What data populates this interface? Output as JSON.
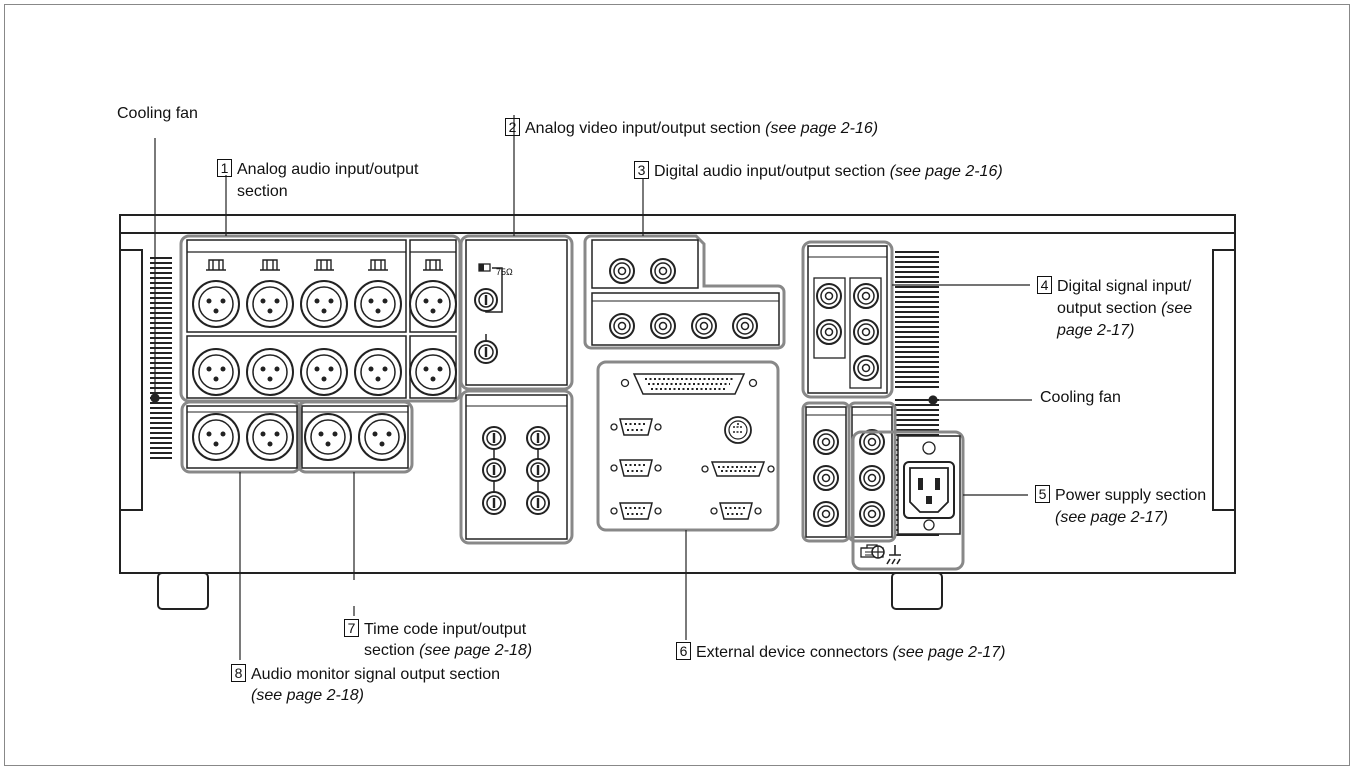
{
  "labels": {
    "cooling_fan_left": "Cooling fan",
    "cooling_fan_right": "Cooling fan",
    "s1": {
      "num": "1",
      "text": "Analog audio input/output",
      "text2": "section"
    },
    "s2": {
      "num": "2",
      "text": "Analog video input/output section ",
      "ref": "(see page 2-16)"
    },
    "s3": {
      "num": "3",
      "text": "Digital audio input/output section ",
      "ref": "(see page 2-16)"
    },
    "s4": {
      "num": "4",
      "text": "Digital signal input/",
      "text2": "output section ",
      "ref2": "(see",
      "ref3": "page 2-17)"
    },
    "s5": {
      "num": "5",
      "text": "Power supply section",
      "ref": "(see page 2-17)"
    },
    "s6": {
      "num": "6",
      "text": "External device connectors ",
      "ref": "(see page 2-17)"
    },
    "s7": {
      "num": "7",
      "text": "Time code input/output",
      "text2": "section ",
      "ref": "(see page 2-18)"
    },
    "s8": {
      "num": "8",
      "text": "Audio monitor signal output section",
      "ref": "(see page 2-18)"
    },
    "terminator": "75Ω"
  }
}
